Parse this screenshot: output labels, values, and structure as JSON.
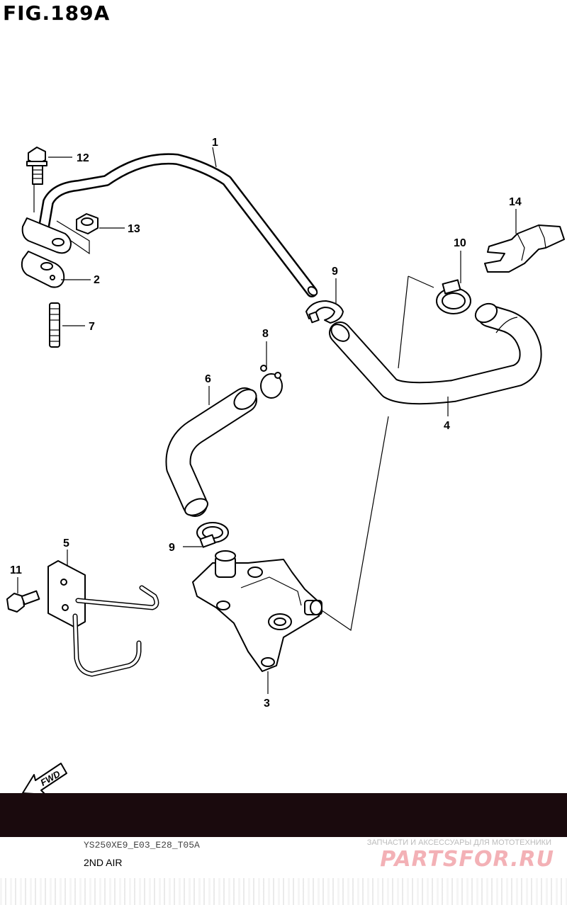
{
  "figure_title": "FIG.189A",
  "callouts": {
    "c1": "1",
    "c2": "2",
    "c3": "3",
    "c4": "4",
    "c5": "5",
    "c6": "6",
    "c7": "7",
    "c8": "8",
    "c9a": "9",
    "c9b": "9",
    "c10": "10",
    "c11": "11",
    "c12": "12",
    "c13": "13",
    "c14": "14"
  },
  "fwd_label": "FWD",
  "footer": {
    "model_code": "YS250XE9_E03_E28_T05A",
    "section_name": "2ND AIR"
  },
  "watermark": {
    "tagline": "ЗАПЧАСТИ И АКСЕССУАРЫ ДЛЯ МОТОТЕХНИКИ",
    "logo": "PARTSFOR.RU",
    "logo_color": "#f3b1b6"
  },
  "colors": {
    "band": "#1a0a0d",
    "line": "#000000"
  }
}
